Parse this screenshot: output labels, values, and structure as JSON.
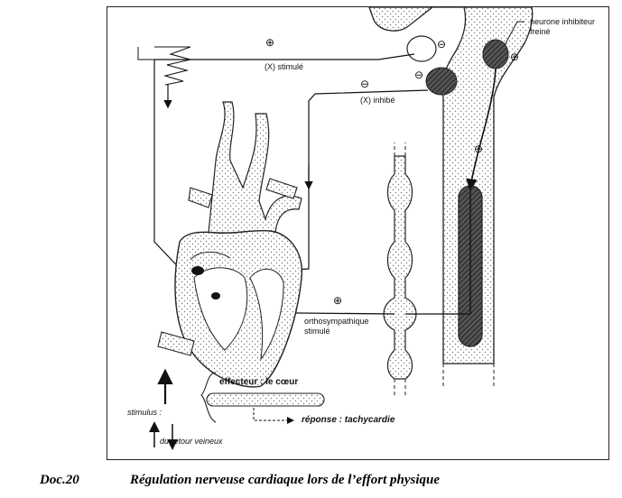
{
  "diagram": {
    "labels": {
      "inhibitor_neuron": "neurone inhibiteur",
      "inhibitor_state": "freiné",
      "x_stimulated": "(X) stimulé",
      "x_inhibited": "(X) inhibé",
      "orthosympathetic_line1": "orthosympathique",
      "orthosympathetic_line2": "stimulé",
      "effector": "effecteur : le cœur",
      "response": "réponse : tachycardie",
      "stimulus": "stimulus :",
      "venous_return": "du retour veineux",
      "plus_sign": "⊕",
      "minus_sign": "⊖"
    }
  },
  "caption": {
    "doc_number": "Doc.20",
    "title": "Régulation nerveuse cardiaque lors de l’effort physique"
  }
}
